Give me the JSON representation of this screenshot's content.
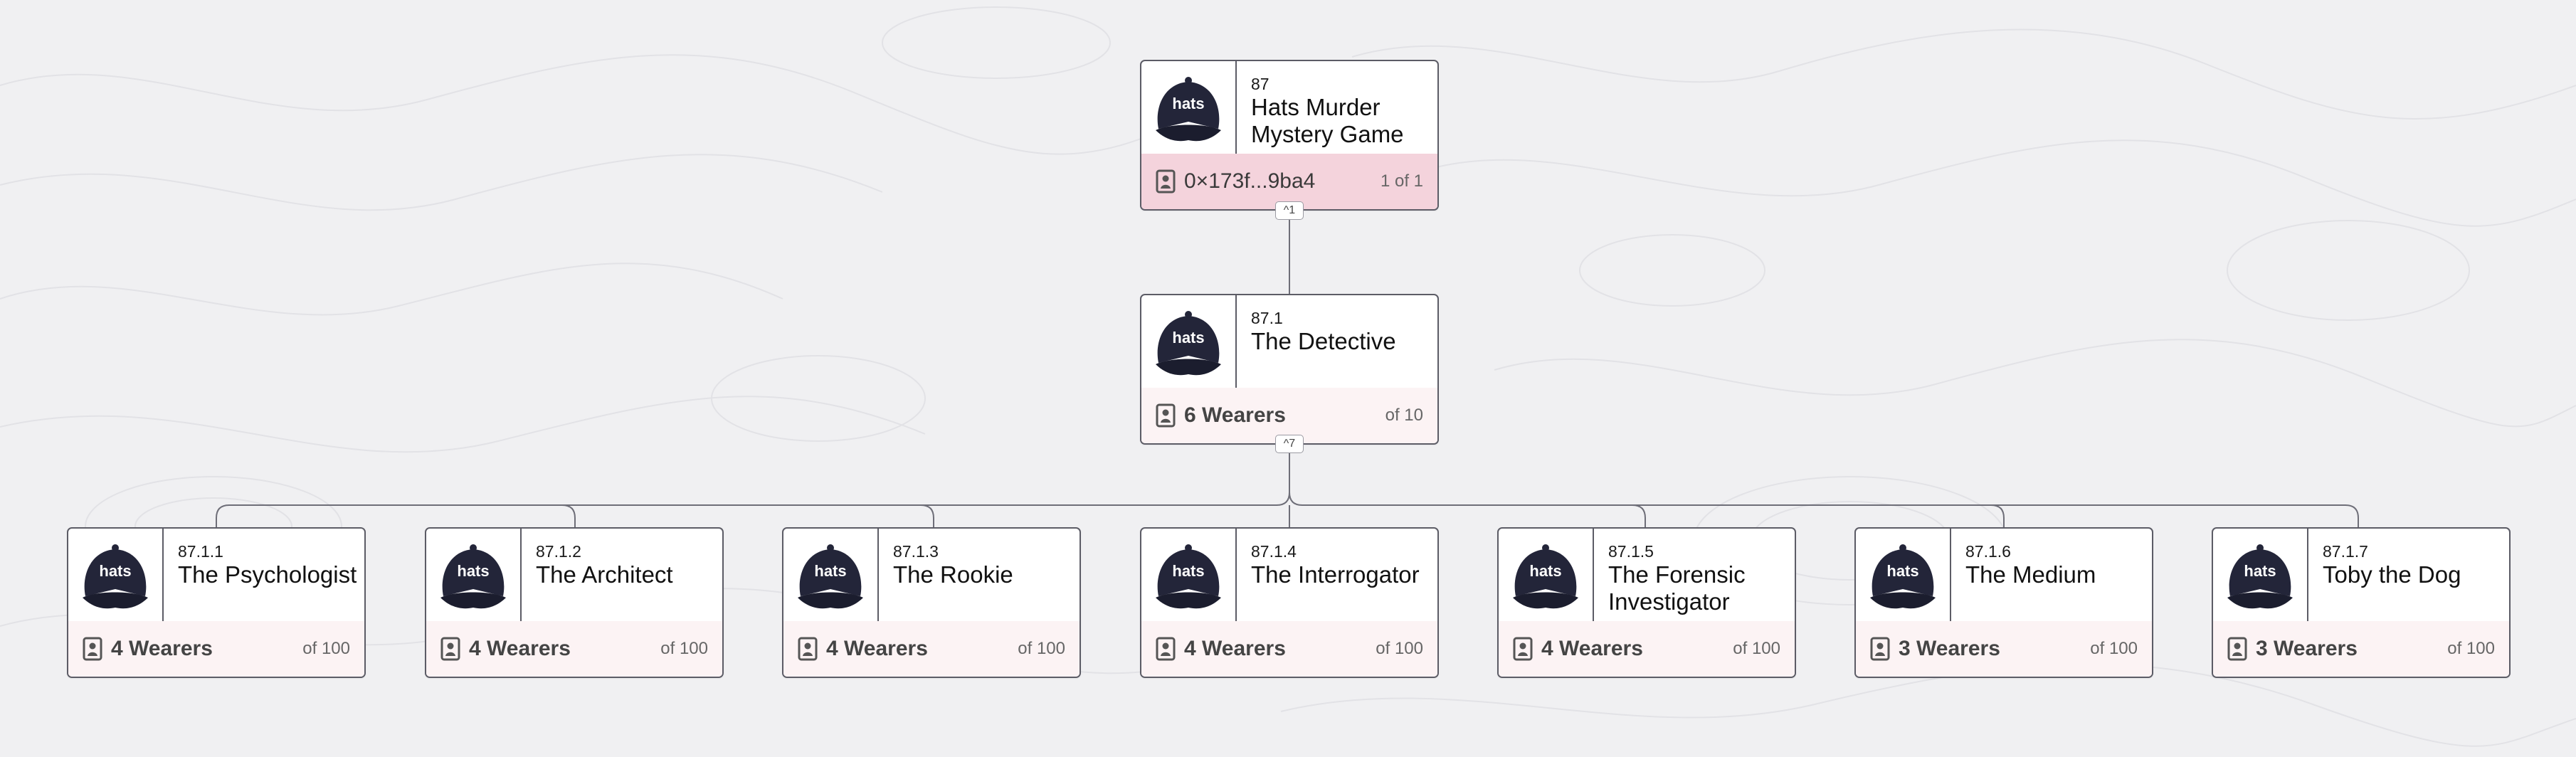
{
  "root_hat": {
    "id": "87",
    "name": "Hats Murder Mystery Game",
    "wearer": "0×173f...9ba4",
    "supply": "1 of 1",
    "children_toggle": "^1",
    "icon": "hats-cap-icon",
    "logo_text": "hats"
  },
  "detective_hat": {
    "id": "87.1",
    "name": "The Detective",
    "wearers": "6 Wearers",
    "supply": "of 10",
    "children_toggle": "^7",
    "icon": "hats-cap-icon",
    "logo_text": "hats"
  },
  "child_hats": [
    {
      "id": "87.1.1",
      "name": "The Psychologist",
      "wearers": "4 Wearers",
      "supply": "of 100",
      "logo_text": "hats"
    },
    {
      "id": "87.1.2",
      "name": "The Architect",
      "wearers": "4 Wearers",
      "supply": "of 100",
      "logo_text": "hats"
    },
    {
      "id": "87.1.3",
      "name": "The Rookie",
      "wearers": "4 Wearers",
      "supply": "of 100",
      "logo_text": "hats"
    },
    {
      "id": "87.1.4",
      "name": "The Interrogator",
      "wearers": "4 Wearers",
      "supply": "of 100",
      "logo_text": "hats"
    },
    {
      "id": "87.1.5",
      "name": "The Forensic Investigator",
      "wearers": "4 Wearers",
      "supply": "of 100",
      "logo_text": "hats"
    },
    {
      "id": "87.1.6",
      "name": "The Medium",
      "wearers": "3 Wearers",
      "supply": "of 100",
      "logo_text": "hats"
    },
    {
      "id": "87.1.7",
      "name": "Toby the Dog",
      "wearers": "3 Wearers",
      "supply": "of 100",
      "logo_text": "hats"
    }
  ],
  "colors": {
    "background": "#f0f0f2",
    "card_border": "#5c5c66",
    "cap_fill": "#232539",
    "top_hat_footer": "#f4d3dc",
    "child_footer": "#fcf3f4",
    "connector_line": "#6e6e78"
  }
}
